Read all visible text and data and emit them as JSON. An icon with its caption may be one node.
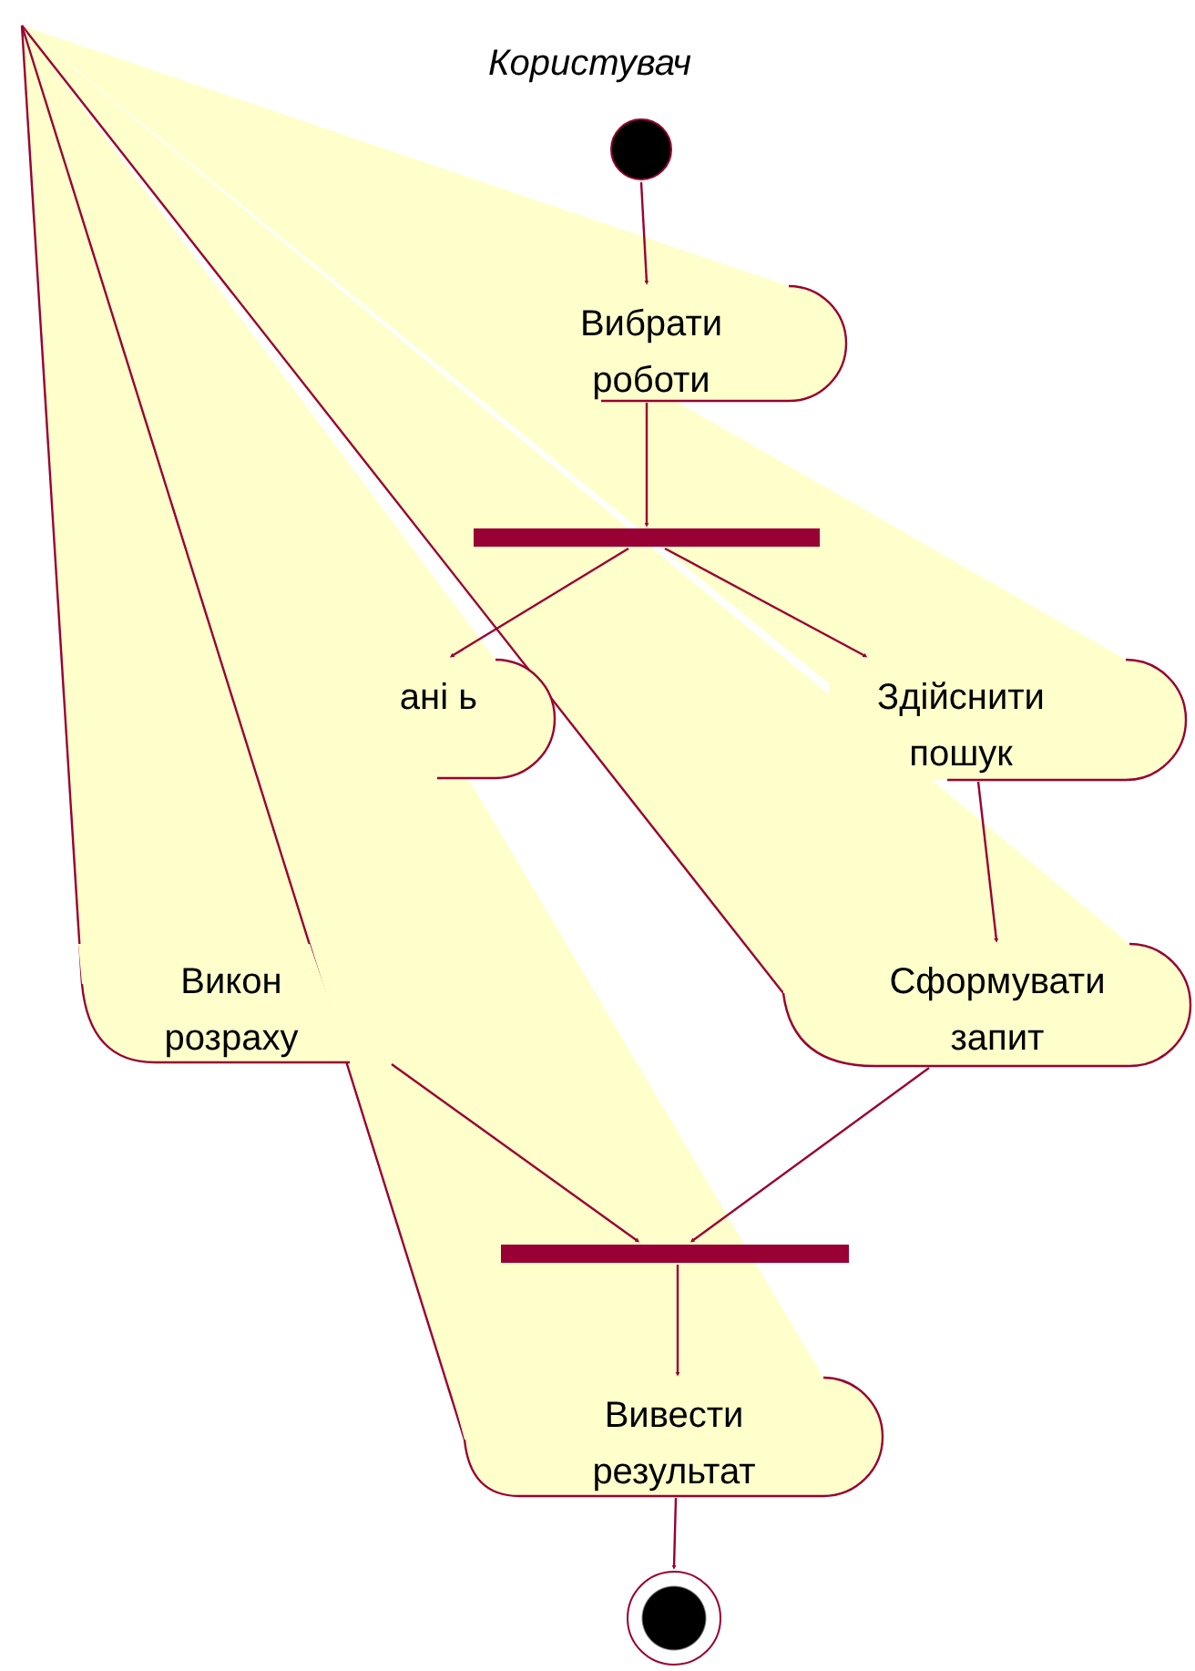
{
  "diagram": {
    "nodes": [
      {
        "text": [],
        "shape": "circle"
      },
      {
        "text": [
          "Вибрати роботи"
        ]
      },
      {
        "text": [],
        "shape": "bar"
      },
      {
        "text": [
          "ані ь"
        ]
      },
      {
        "text": [
          "Здійснити пошук"
        ]
      },
      {
        "text": [
          "Викон розраху"
        ]
      },
      {
        "text": [
          "Сформувати запит"
        ]
      },
      {
        "text": [],
        "shape": "bar"
      },
      {
        "text": [
          "Вивести результат"
        ]
      },
      {
        "text": [],
        "shape": "circle"
      }
    ],
    "edges": [
      {
        "from": 0,
        "to": 1,
        "arrow": "to"
      },
      {
        "from": 1,
        "to": 2,
        "arrow": "to"
      },
      {
        "from": 2,
        "to": 3,
        "arrow": "to"
      },
      {
        "from": 2,
        "to": 4,
        "arrow": "to"
      },
      {
        "from": 4,
        "to": 6,
        "arrow": "to"
      },
      {
        "from": 5,
        "to": 7,
        "arrow": "to"
      },
      {
        "from": 6,
        "to": 7,
        "arrow": "to"
      },
      {
        "from": 7,
        "to": 8,
        "arrow": "to"
      },
      {
        "from": 8,
        "to": 9,
        "arrow": "to"
      }
    ],
    "labels": [
      "Користувач"
    ]
  }
}
